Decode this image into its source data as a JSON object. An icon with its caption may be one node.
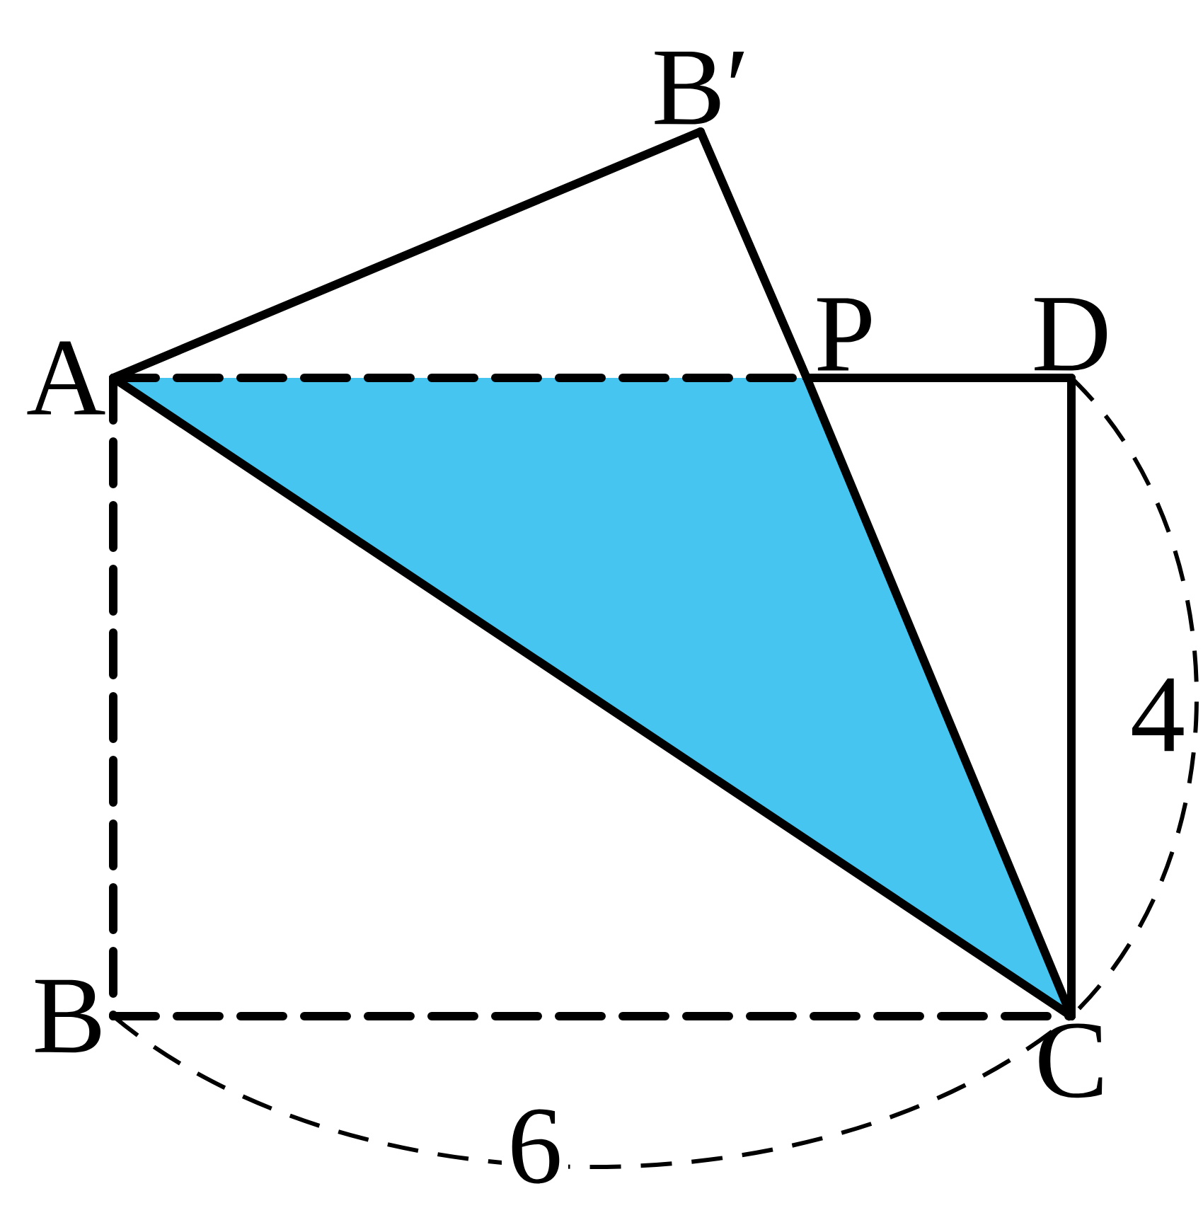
{
  "diagram": {
    "nodes": [
      {
        "text": [
          "A"
        ]
      },
      {
        "text": [
          "B′"
        ]
      },
      {
        "text": [
          "P"
        ]
      },
      {
        "text": [
          "D"
        ]
      },
      {
        "text": [
          "B"
        ]
      },
      {
        "text": [
          "C"
        ]
      }
    ],
    "edges": [
      {
        "from": 0,
        "to": 1,
        "arrow": "none"
      },
      {
        "from": 1,
        "to": 2,
        "arrow": "none"
      },
      {
        "from": 2,
        "to": 5,
        "arrow": "none"
      },
      {
        "from": 0,
        "to": 2,
        "arrow": "none",
        "style": "dashed"
      },
      {
        "from": 2,
        "to": 3,
        "arrow": "none"
      },
      {
        "from": 3,
        "to": 5,
        "arrow": "none"
      },
      {
        "from": 0,
        "to": 5,
        "arrow": "none"
      },
      {
        "from": 0,
        "to": 4,
        "arrow": "none",
        "style": "dashed"
      },
      {
        "from": 4,
        "to": 5,
        "arrow": "none",
        "style": "dashed"
      }
    ],
    "labels": [
      "6",
      "4"
    ]
  }
}
